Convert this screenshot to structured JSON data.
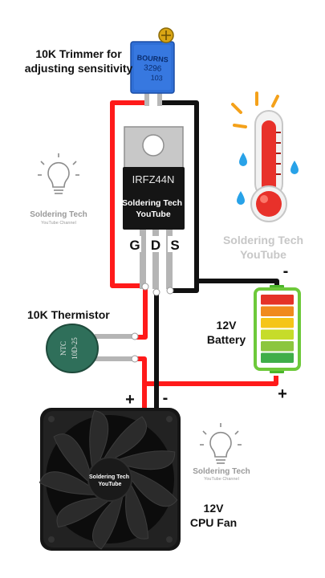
{
  "labels": {
    "trimmer": "10K Trimmer for\nadjusting sensitivity",
    "thermistor": "10K Thermistor",
    "battery": "12V\nBattery",
    "fan": "12V\nCPU Fan"
  },
  "mosfet": {
    "part": "IRFZ44N",
    "brand": "Soldering Tech\nYouTube",
    "pin_g": "G",
    "pin_d": "D",
    "pin_s": "S"
  },
  "trimmer_body": {
    "brand": "BOURNS",
    "model": "3296",
    "value": "103"
  },
  "ntc": {
    "line1": "NTC",
    "line2": "10D-25"
  },
  "fan_hub": {
    "text": "Soldering Tech\nYouTube"
  },
  "polarity": {
    "battery_neg": "-",
    "battery_pos": "+",
    "fan_pos": "+",
    "fan_neg": "-"
  },
  "watermarks": {
    "left_title": "Soldering Tech",
    "left_sub": "YouTube Channel",
    "right_big": "Soldering Tech\nYouTube",
    "bottom_title": "Soldering Tech",
    "bottom_sub": "YouTube Channel"
  },
  "battery_levels": [
    "#e53227",
    "#f08a1d",
    "#f5c518",
    "#c6dc2a",
    "#8cc63f",
    "#3fae49"
  ],
  "colors": {
    "wire_positive": "#ff1a1a",
    "wire_negative": "#111111",
    "trimmer_blue": "#2f6fd6",
    "mosfet_tab": "#c8c8c8",
    "battery_frame": "#6dc93a",
    "fan_body": "#161616"
  }
}
